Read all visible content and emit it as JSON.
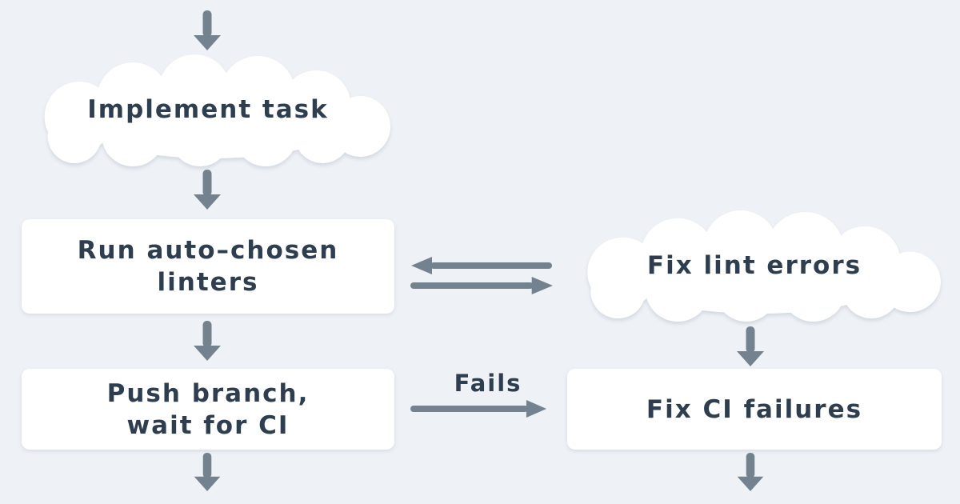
{
  "diagram": {
    "type": "flowchart",
    "colors": {
      "background": "#eef1f5",
      "arrow": "#74828f",
      "text": "#2e3e4e",
      "node_fill": "#ffffff"
    },
    "nodes": {
      "implement_task": {
        "label": "Implement task",
        "shape": "cloud"
      },
      "run_linters": {
        "label": "Run auto–chosen\nlinters",
        "shape": "rect"
      },
      "fix_lint_errors": {
        "label": "Fix lint errors",
        "shape": "cloud"
      },
      "push_branch": {
        "label": "Push branch,\nwait for CI",
        "shape": "rect"
      },
      "fix_ci_failures": {
        "label": "Fix CI failures",
        "shape": "rect"
      }
    },
    "edges": {
      "fails_label": "Fails",
      "flow": [
        "start -> implement_task (down arrow)",
        "implement_task -> run_linters (down arrow)",
        "fix_lint_errors -> run_linters (left arrow)",
        "run_linters -> fix_lint_errors (right arrow)",
        "run_linters -> push_branch (down arrow)",
        "fix_lint_errors -> fix_ci_failures (down arrow)",
        "push_branch -> fix_ci_failures (right arrow, labeled Fails)",
        "push_branch -> exit (down arrow)",
        "fix_ci_failures -> exit (down arrow)"
      ]
    }
  }
}
